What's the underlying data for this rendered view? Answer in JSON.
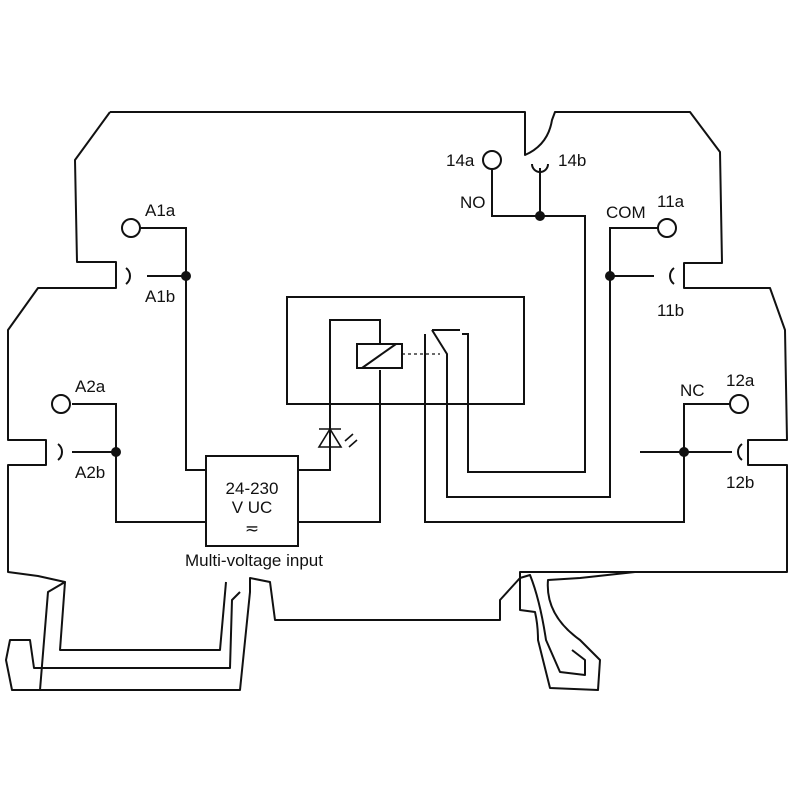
{
  "terminals": {
    "a1a": "A1a",
    "a1b": "A1b",
    "a2a": "A2a",
    "a2b": "A2b",
    "t14a": "14a",
    "t14b": "14b",
    "t11a": "11a",
    "t11b": "11b",
    "t12a": "12a",
    "t12b": "12b"
  },
  "contacts": {
    "no": "NO",
    "com": "COM",
    "nc": "NC"
  },
  "input_module": {
    "voltage_line1": "24-230",
    "voltage_line2": "V UC",
    "symbol": "≂",
    "caption": "Multi-voltage input"
  }
}
